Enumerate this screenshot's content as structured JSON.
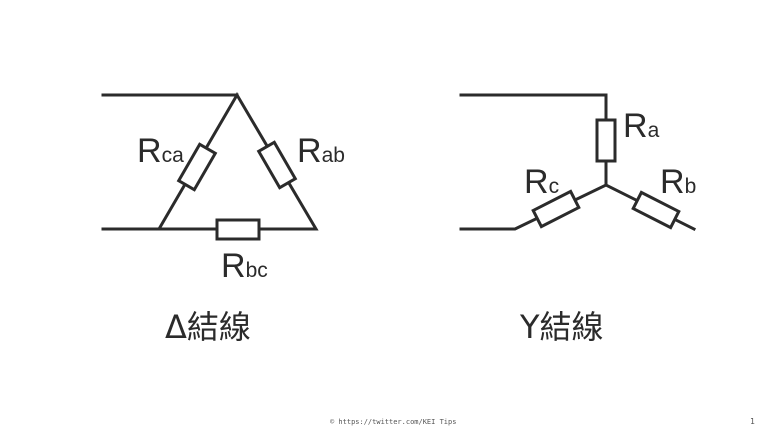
{
  "delta": {
    "title": "Δ結線",
    "resistors": [
      {
        "main": "R",
        "sub": "ca"
      },
      {
        "main": "R",
        "sub": "ab"
      },
      {
        "main": "R",
        "sub": "bc"
      }
    ]
  },
  "wye": {
    "title": "Y結線",
    "resistors": [
      {
        "main": "R",
        "sub": "a"
      },
      {
        "main": "R",
        "sub": "c"
      },
      {
        "main": "R",
        "sub": "b"
      }
    ]
  },
  "footer": {
    "credit": "© https://twitter.com/KEI Tips",
    "page_number": "1"
  }
}
